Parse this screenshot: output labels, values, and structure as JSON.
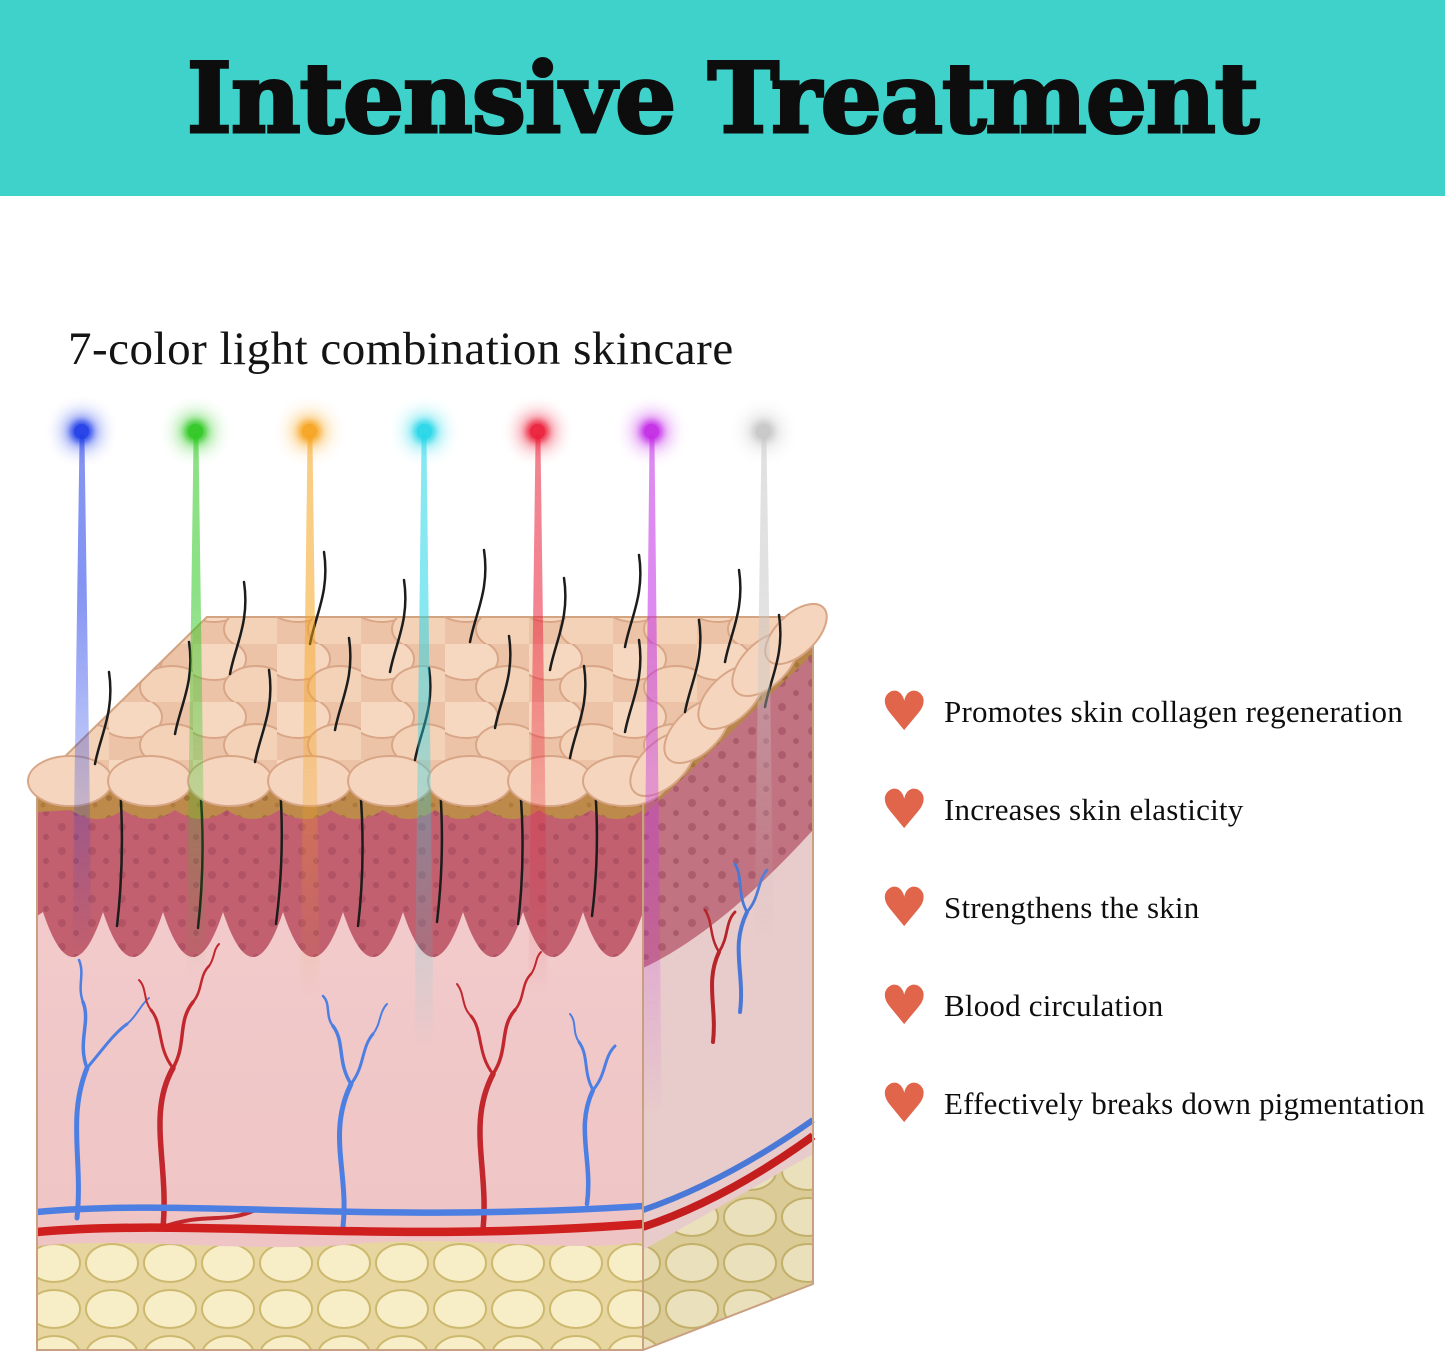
{
  "header": {
    "title": "Intensive Treatment",
    "background_color": "#3fd2cb"
  },
  "diagram": {
    "subtitle": "7-color light combination skincare",
    "lights": [
      {
        "name": "blue",
        "color": "#1f3de8"
      },
      {
        "name": "green",
        "color": "#2ec822"
      },
      {
        "name": "orange",
        "color": "#f6a41f"
      },
      {
        "name": "cyan",
        "color": "#25d6e8"
      },
      {
        "name": "red",
        "color": "#ea1e38"
      },
      {
        "name": "magenta",
        "color": "#c32ce6"
      },
      {
        "name": "white",
        "color": "#c8c8c8"
      }
    ]
  },
  "benefits": {
    "heart_color": "#e0654a",
    "items": [
      {
        "label": "Promotes skin collagen regeneration"
      },
      {
        "label": "Increases skin elasticity"
      },
      {
        "label": "Strengthens the skin"
      },
      {
        "label": "Blood circulation"
      },
      {
        "label": "Effectively breaks down pigmentation"
      }
    ]
  }
}
